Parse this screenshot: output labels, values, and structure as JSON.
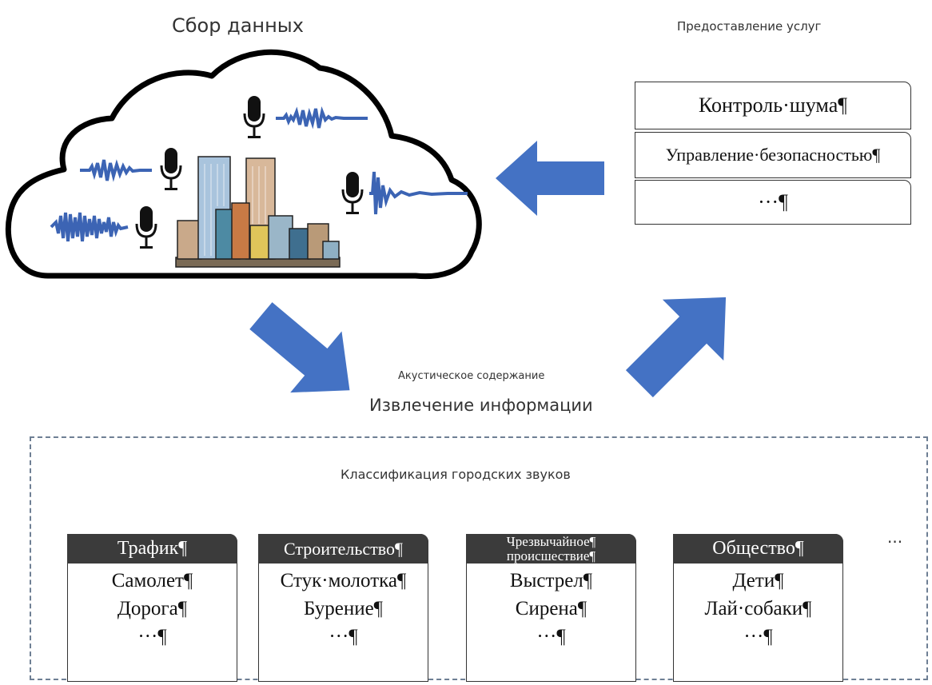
{
  "titles": {
    "data_collection": "Сбор данных",
    "service_provision": "Предоставление услуг",
    "acoustic_content": "Акустическое содержание",
    "info_extraction": "Извлечение информации",
    "classification": "Классификация городских звуков",
    "more": "..."
  },
  "services": [
    "Контроль·шума¶",
    "Управление·безопасностью¶",
    "···¶"
  ],
  "categories": [
    {
      "title": "Трафик¶",
      "items": [
        "Самолет¶",
        "Дорога¶",
        "···¶"
      ]
    },
    {
      "title": "Строительство¶",
      "items": [
        "Стук·молотка¶",
        "Бурение¶",
        "···¶"
      ]
    },
    {
      "title_lines": [
        "Чрезвычайное¶",
        "происшествие¶"
      ],
      "items": [
        "Выстрел¶",
        "Сирена¶",
        "···¶"
      ]
    },
    {
      "title": "Общество¶",
      "items": [
        "Дети¶",
        "Лай·собаки¶",
        "···¶"
      ]
    }
  ],
  "colors": {
    "arrow": "#4472c4",
    "wave": "#3c64b4",
    "card_header": "#3b3b3b",
    "frame": "#6e7f94"
  }
}
